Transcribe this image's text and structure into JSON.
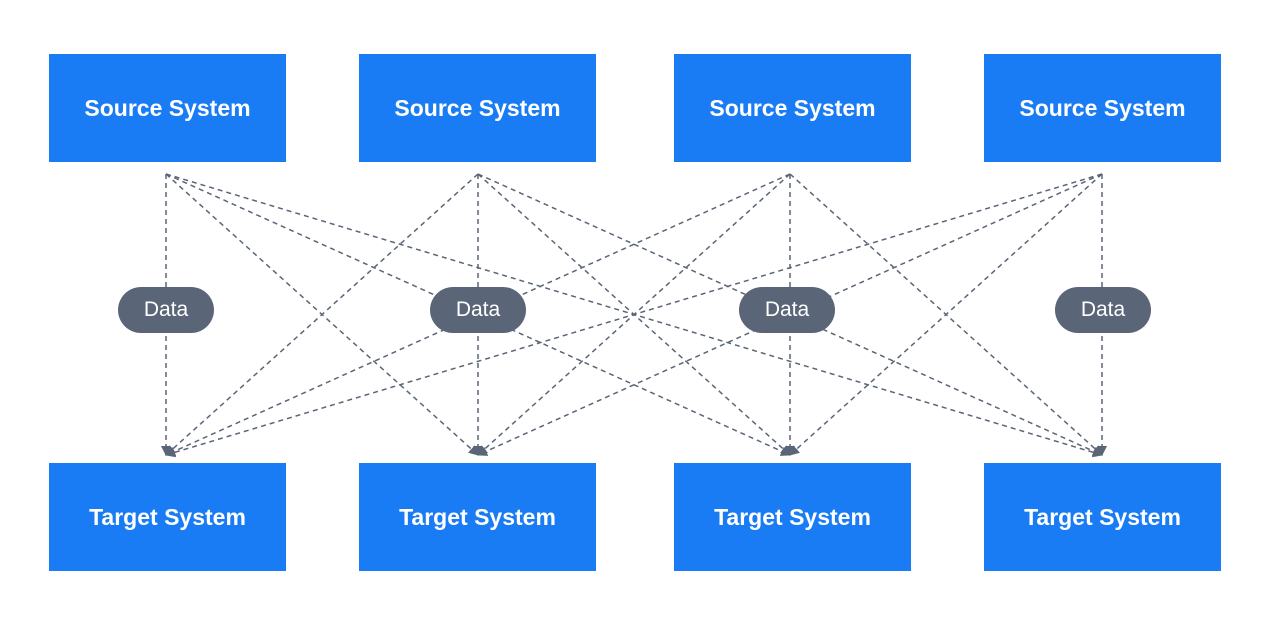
{
  "sources": [
    {
      "label": "Source System"
    },
    {
      "label": "Source System"
    },
    {
      "label": "Source System"
    },
    {
      "label": "Source System"
    }
  ],
  "targets": [
    {
      "label": "Target System"
    },
    {
      "label": "Target System"
    },
    {
      "label": "Target System"
    },
    {
      "label": "Target System"
    }
  ],
  "data_labels": [
    {
      "label": "Data"
    },
    {
      "label": "Data"
    },
    {
      "label": "Data"
    },
    {
      "label": "Data"
    }
  ],
  "connections": "each source connects to every target",
  "colors": {
    "box": "#1a7cf5",
    "pill": "#5a6577",
    "line": "#5a6577",
    "background": "#ffffff"
  }
}
